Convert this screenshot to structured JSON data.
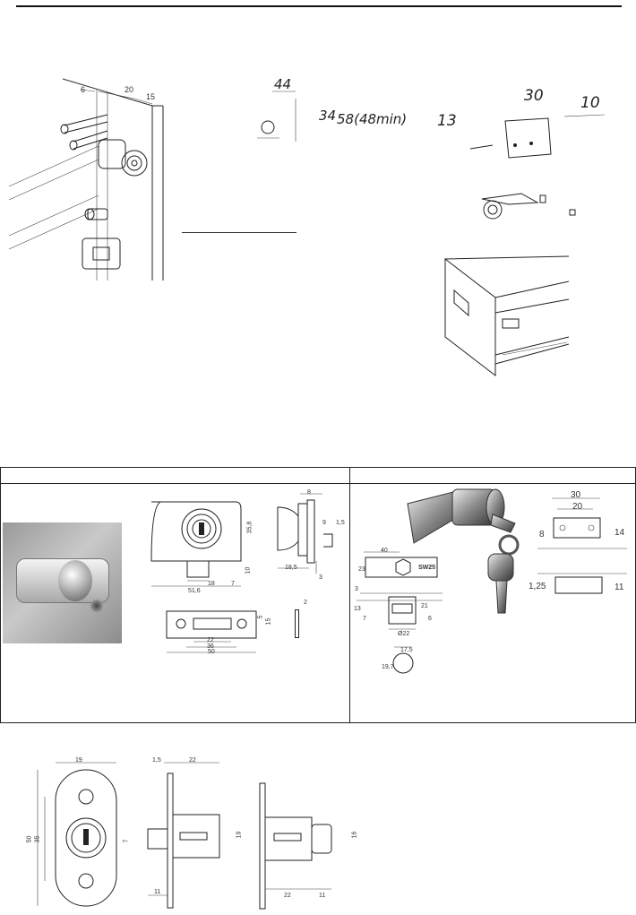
{
  "top_section": {
    "dims_left": {
      "a": "6",
      "b": "20",
      "c": "15"
    },
    "dims_mid": {
      "width": "44",
      "height": "34",
      "depth": "58(48min)"
    },
    "dims_right": {
      "a": "30",
      "b": "10",
      "c": "13"
    }
  },
  "table": {
    "left_cell": {
      "drawing_a": {
        "h1": "35,8",
        "h2": "10",
        "w1": "18",
        "w2": "7",
        "w3": "51,6"
      },
      "drawing_b": {
        "w1": "8",
        "d1": "9",
        "d2": "1,5",
        "d3": "18,5",
        "d4": "3"
      },
      "drawing_c": {
        "w1": "22",
        "w2": "36",
        "w3": "50",
        "h1": "5",
        "h2": "15"
      },
      "drawing_d": {
        "t": "2"
      }
    },
    "right_cell": {
      "cam_dims": {
        "w": "40",
        "h": "23",
        "sw": "SW25",
        "a": "3",
        "b": "13",
        "c": "7",
        "d": "21",
        "e": "6",
        "dia": "Ø22"
      },
      "plate_dims": {
        "w1": "30",
        "w2": "20",
        "h1": "8",
        "h2": "14",
        "t": "1,25",
        "h3": "11"
      },
      "key_dims": {
        "w": "17,5",
        "h": "19,7"
      }
    }
  },
  "bottom_section": {
    "front": {
      "w": "19",
      "h1": "50",
      "h2": "35"
    },
    "side1": {
      "a": "1,5",
      "b": "22",
      "c": "7",
      "d": "19",
      "e": "11"
    },
    "side2": {
      "a": "16",
      "b": "22",
      "c": "11"
    }
  }
}
